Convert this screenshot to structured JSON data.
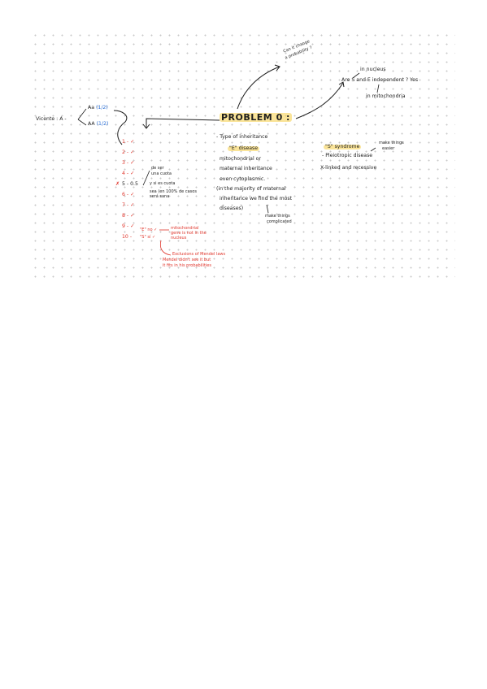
{
  "title": "PROBLEM 0 :",
  "top_questions": {
    "can_it_change": "Can it change",
    "probability": "a probability ?",
    "are_s_and_e": "Are S and E independent ? Yes",
    "in_nucleus": "in nucleus",
    "in_mitochondria": "in mitochondria"
  },
  "genotype": {
    "label": "Vicente : A -",
    "aa_upper": "Aa",
    "aa_upper_frac": "(1/2)",
    "aa_lower": "AA",
    "aa_lower_frac": "(1/2)"
  },
  "checklist": [
    "1 - ✓",
    "2 - ✓",
    "3 - ✓",
    "4 - ✓",
    "5 - 0.5",
    "6 - ✓",
    "7 - ✓",
    "8 - ✓",
    "9 - ✓",
    "10 -"
  ],
  "checklist_prefix_5": "✗",
  "notes_5": {
    "line1": "de ser",
    "line2": "una cuota",
    "line3": "y si es cuota",
    "line4": "sea (en 100% de casos",
    "line5": "será sana"
  },
  "q10": {
    "e_no": "\"E\" no ✓",
    "s_si": "\"S\" sí ✓",
    "mito1": "mitochondrial",
    "mito2": "gene is not in the",
    "mito3": "nucleus",
    "excl1": "Exclusions of Mendel laws",
    "excl2": "Mendel didn't see it but",
    "excl3": "it fits in his probabilities"
  },
  "inheritance": {
    "type": "- Type of inheritance",
    "e_disease": "\"E\" disease",
    "mito": "mitochondrial or",
    "maternal": "maternal inheritance",
    "cyto": "even cytoplasmic.",
    "majority": "(in the majority of maternal",
    "find": "inheritance we find the most",
    "diseases": "diseases)",
    "make1": "make things",
    "make2": "complicated"
  },
  "s_syndrome": {
    "label": "\"S\" syndrome",
    "pleio": "- Pleiotropic disease",
    "easier1": "make things",
    "easier2": "easier",
    "xlinked": "X-linked and recessive"
  },
  "colors": {
    "red": "#e0352b",
    "blue": "#2b6fd6",
    "highlight": "#f5cd46",
    "ink": "#1e1e1e"
  }
}
